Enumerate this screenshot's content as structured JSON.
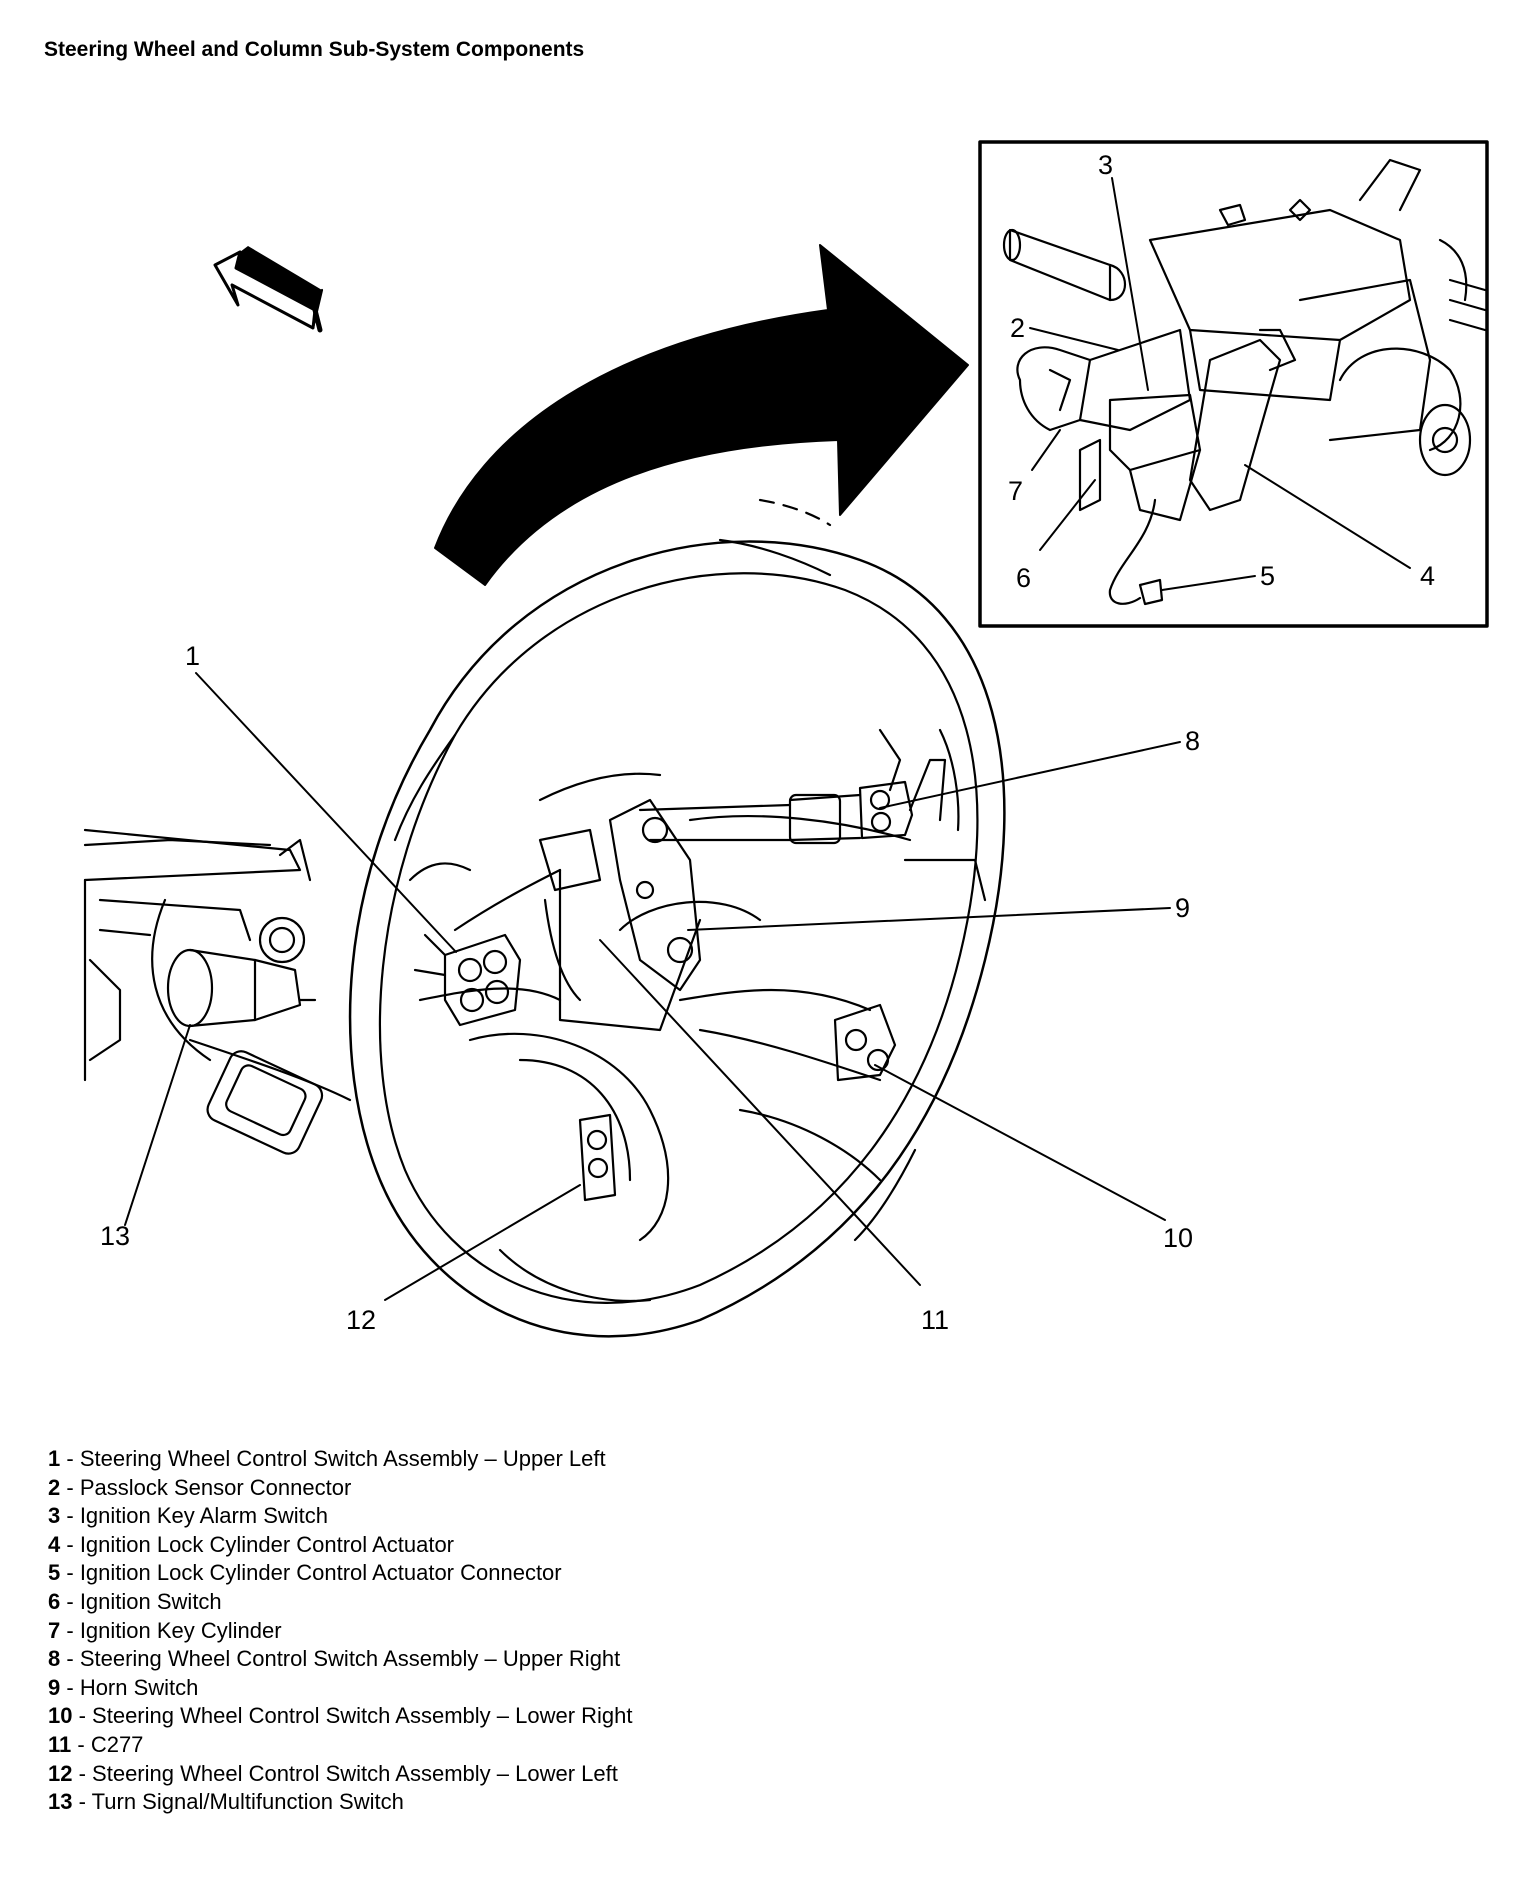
{
  "title": "Steering Wheel and Column Sub-System Components",
  "legend": [
    {
      "num": "1",
      "label": "Steering Wheel Control Switch Assembly – Upper Left"
    },
    {
      "num": "2",
      "label": "Passlock Sensor Connector"
    },
    {
      "num": "3",
      "label": "Ignition Key Alarm Switch"
    },
    {
      "num": "4",
      "label": "Ignition Lock Cylinder Control Actuator"
    },
    {
      "num": "5",
      "label": "Ignition Lock Cylinder Control Actuator Connector"
    },
    {
      "num": "6",
      "label": "Ignition Switch"
    },
    {
      "num": "7",
      "label": "Ignition Key Cylinder"
    },
    {
      "num": "8",
      "label": "Steering Wheel Control Switch Assembly – Upper Right"
    },
    {
      "num": "9",
      "label": "Horn Switch"
    },
    {
      "num": "10",
      "label": "Steering Wheel Control Switch Assembly – Lower Right"
    },
    {
      "num": "11",
      "label": "C277"
    },
    {
      "num": "12",
      "label": "Steering Wheel Control Switch Assembly – Lower Left"
    },
    {
      "num": "13",
      "label": "Turn Signal/Multifunction Switch"
    }
  ],
  "callouts": {
    "main": [
      "1",
      "8",
      "9",
      "10",
      "11",
      "12",
      "13"
    ],
    "inset": [
      "2",
      "3",
      "4",
      "5",
      "6",
      "7"
    ]
  }
}
